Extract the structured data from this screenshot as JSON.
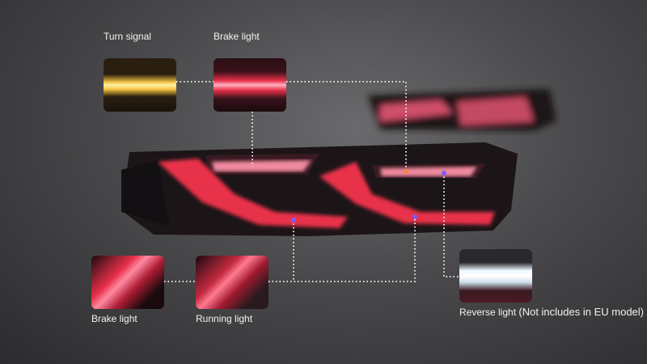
{
  "callouts": {
    "turn_signal": "Turn signal",
    "brake_light_top": "Brake light",
    "brake_light_bottom": "Brake light",
    "running_light": "Running light",
    "reverse_light": "Reverse light",
    "reverse_note": "(Not includes in EU model)"
  },
  "colors": {
    "turn_signal": "#f5c542",
    "brake": "#e8304a",
    "reverse": "#eef6ff",
    "marker": "#7a5cff"
  }
}
